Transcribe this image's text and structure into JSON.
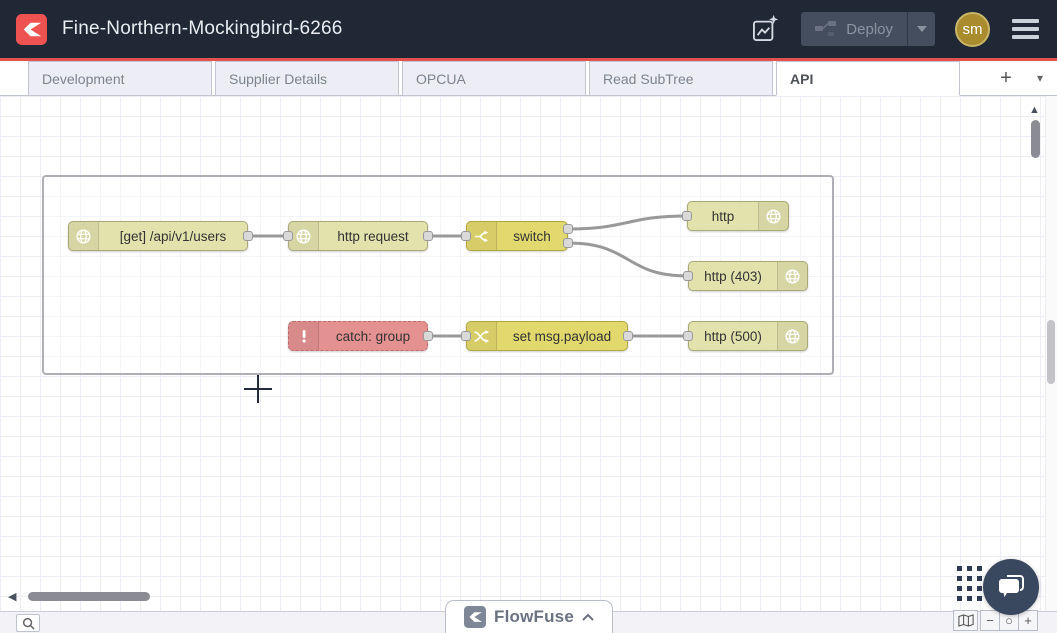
{
  "header": {
    "title": "Fine-Northern-Mockingbird-6266",
    "deploy_label": "Deploy",
    "avatar_initials": "sm"
  },
  "tabs": {
    "items": [
      {
        "label": "Development"
      },
      {
        "label": "Supplier Details"
      },
      {
        "label": "OPCUA"
      },
      {
        "label": "Read SubTree"
      },
      {
        "label": "API"
      }
    ],
    "active_tab": "API",
    "add_label": "+",
    "menu_icon": "▾"
  },
  "flow": {
    "nodes": [
      {
        "label": "[get] /api/v1/users",
        "icon": "globe-icon"
      },
      {
        "label": "http request",
        "icon": "globe-icon"
      },
      {
        "label": "switch",
        "icon": "switch-icon"
      },
      {
        "label": "http",
        "icon": "globe-icon"
      },
      {
        "label": "http (403)",
        "icon": "globe-icon"
      },
      {
        "label": "catch: group",
        "icon": "exclamation-icon"
      },
      {
        "label": "set msg.payload",
        "icon": "change-icon"
      },
      {
        "label": "http (500)",
        "icon": "globe-icon"
      }
    ]
  },
  "scrollbars": {
    "left_arrow": "◀",
    "up_arrow": "▲",
    "down_arrow": "▼"
  },
  "footer": {
    "flowfuse_label": "FlowFuse",
    "zoom_out_label": "−",
    "zoom_reset_label": "○",
    "zoom_in_label": "+"
  },
  "colors": {
    "accent_red": "#e4514f",
    "header_bg": "#202836",
    "node_pale": "#e2e2ad",
    "node_yellow": "#e2d96e",
    "node_red": "#e49191",
    "wire": "#999999",
    "chat_bubble_bg": "#39475f",
    "avatar_bg": "#a98c2e"
  }
}
